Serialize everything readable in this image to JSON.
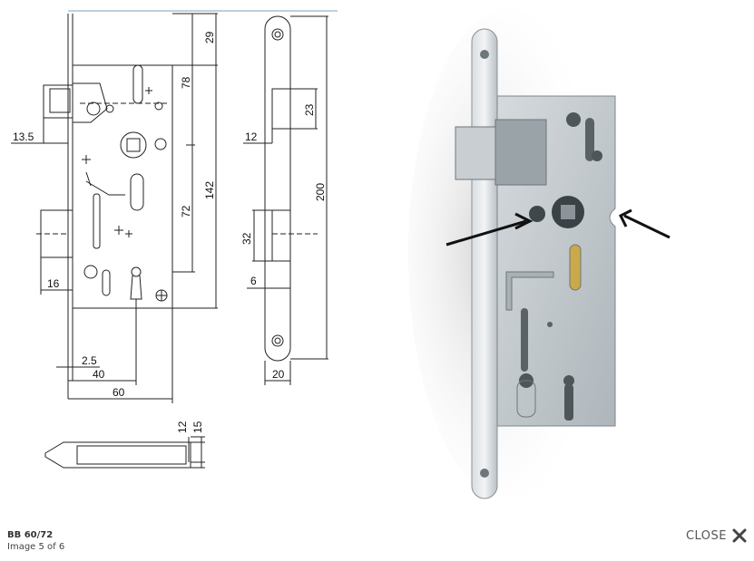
{
  "lightbox": {
    "title": "BB 60/72",
    "counter": "Image 5 of 6",
    "close_label": "CLOSE",
    "close_icon": "x-icon"
  },
  "drawing": {
    "dimensions": {
      "d29": "29",
      "d78": "78",
      "d142": "142",
      "d72": "72",
      "d13_5": "13.5",
      "d16": "16",
      "d2_5": "2.5",
      "d40": "40",
      "d60": "60",
      "d12a": "12",
      "d23": "23",
      "d200": "200",
      "d32": "32",
      "d6": "6",
      "d20": "20",
      "d12b": "12",
      "d15": "15"
    }
  }
}
